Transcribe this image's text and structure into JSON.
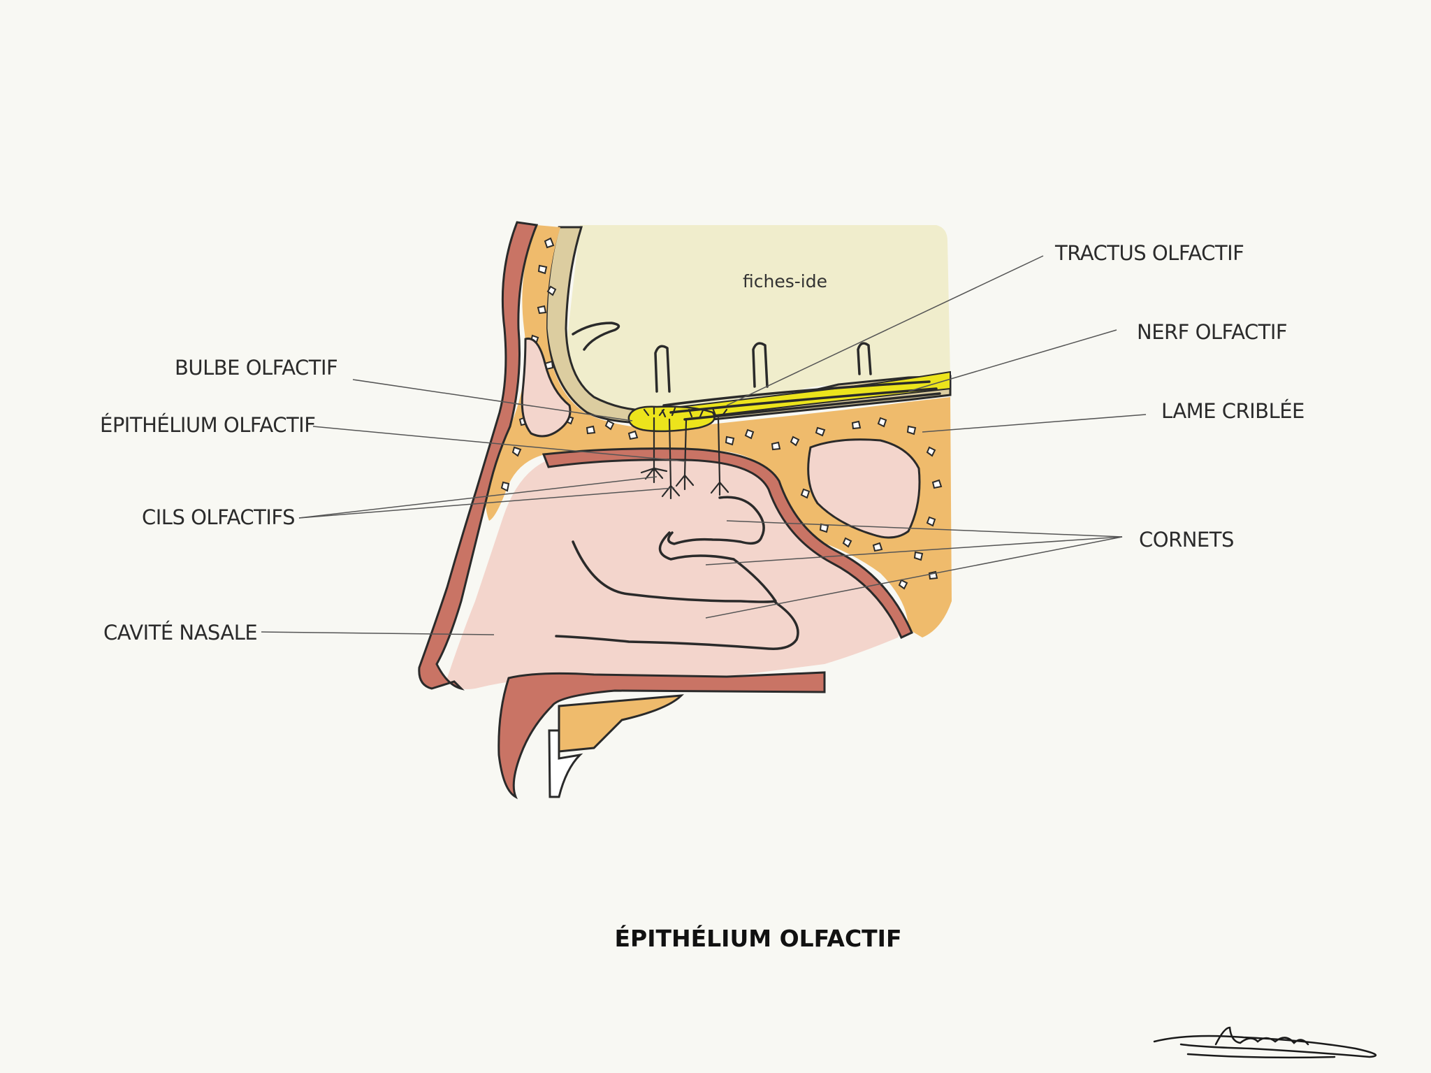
{
  "diagram": {
    "title": "ÉPITHÉLIUM OLFACTIF",
    "watermark": "fiches-ide",
    "signature": "Léana",
    "labels": {
      "tractus": "TRACTUS OLFACTIF",
      "nerf": "NERF OLFACTIF",
      "lame": "LAME CRIBLÉE",
      "bulbe": "BULBE OLFACTIF",
      "epithelium": "ÉPITHÉLIUM OLFACTIF",
      "cils": "CILS OLFACTIFS",
      "cornets": "CORNETS",
      "cavite": "CAVITÉ NASALE"
    },
    "colors": {
      "brain": "#f0edcc",
      "bone": "#efbb6c",
      "skin": "#c97465",
      "mucosa": "#f3d5cc",
      "nerve": "#ece41c",
      "dura": "#dccda0"
    }
  }
}
